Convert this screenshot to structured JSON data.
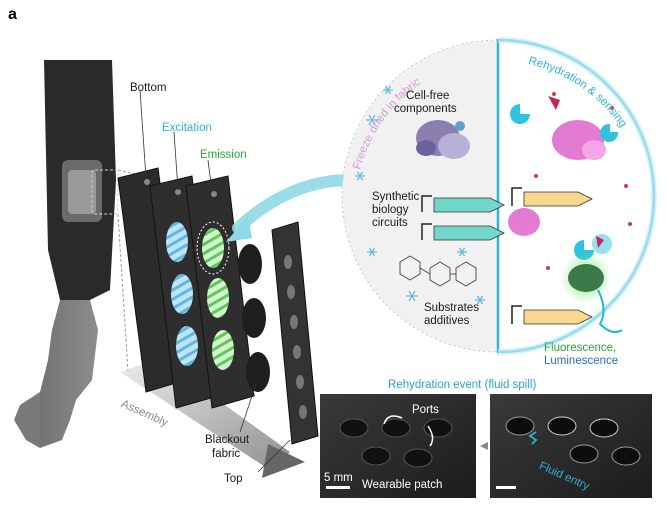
{
  "panel_letter": "a",
  "layers": {
    "bottom": "Bottom",
    "excitation": "Excitation",
    "emission": "Emission",
    "blackout_line1": "Blackout",
    "blackout_line2": "fabric",
    "top": "Top",
    "assembly": "Assembly"
  },
  "circle": {
    "left_arc": "Freeze dried in fabric",
    "right_arc": "Rehydration & sensing",
    "cellfree_line1": "Cell-free",
    "cellfree_line2": "components",
    "synbio_line1": "Synthetic",
    "synbio_line2": "biology",
    "synbio_line3": "circuits",
    "substrates_line1": "Substrates",
    "substrates_line2": "additives",
    "fluor": "Fluorescence,",
    "lumin": "Luminescence"
  },
  "photos": {
    "title": "Rehydration event (fluid spill)",
    "ports": "Ports",
    "scale": "5 mm",
    "patch": "Wearable patch",
    "fluid": "Fluid entry"
  },
  "colors": {
    "cyan": "#29b6d6",
    "green": "#2aa83a",
    "blue": "#1f6fbf",
    "pink_arc": "#d59ad8",
    "panel_dark": "#2b2b2b"
  }
}
